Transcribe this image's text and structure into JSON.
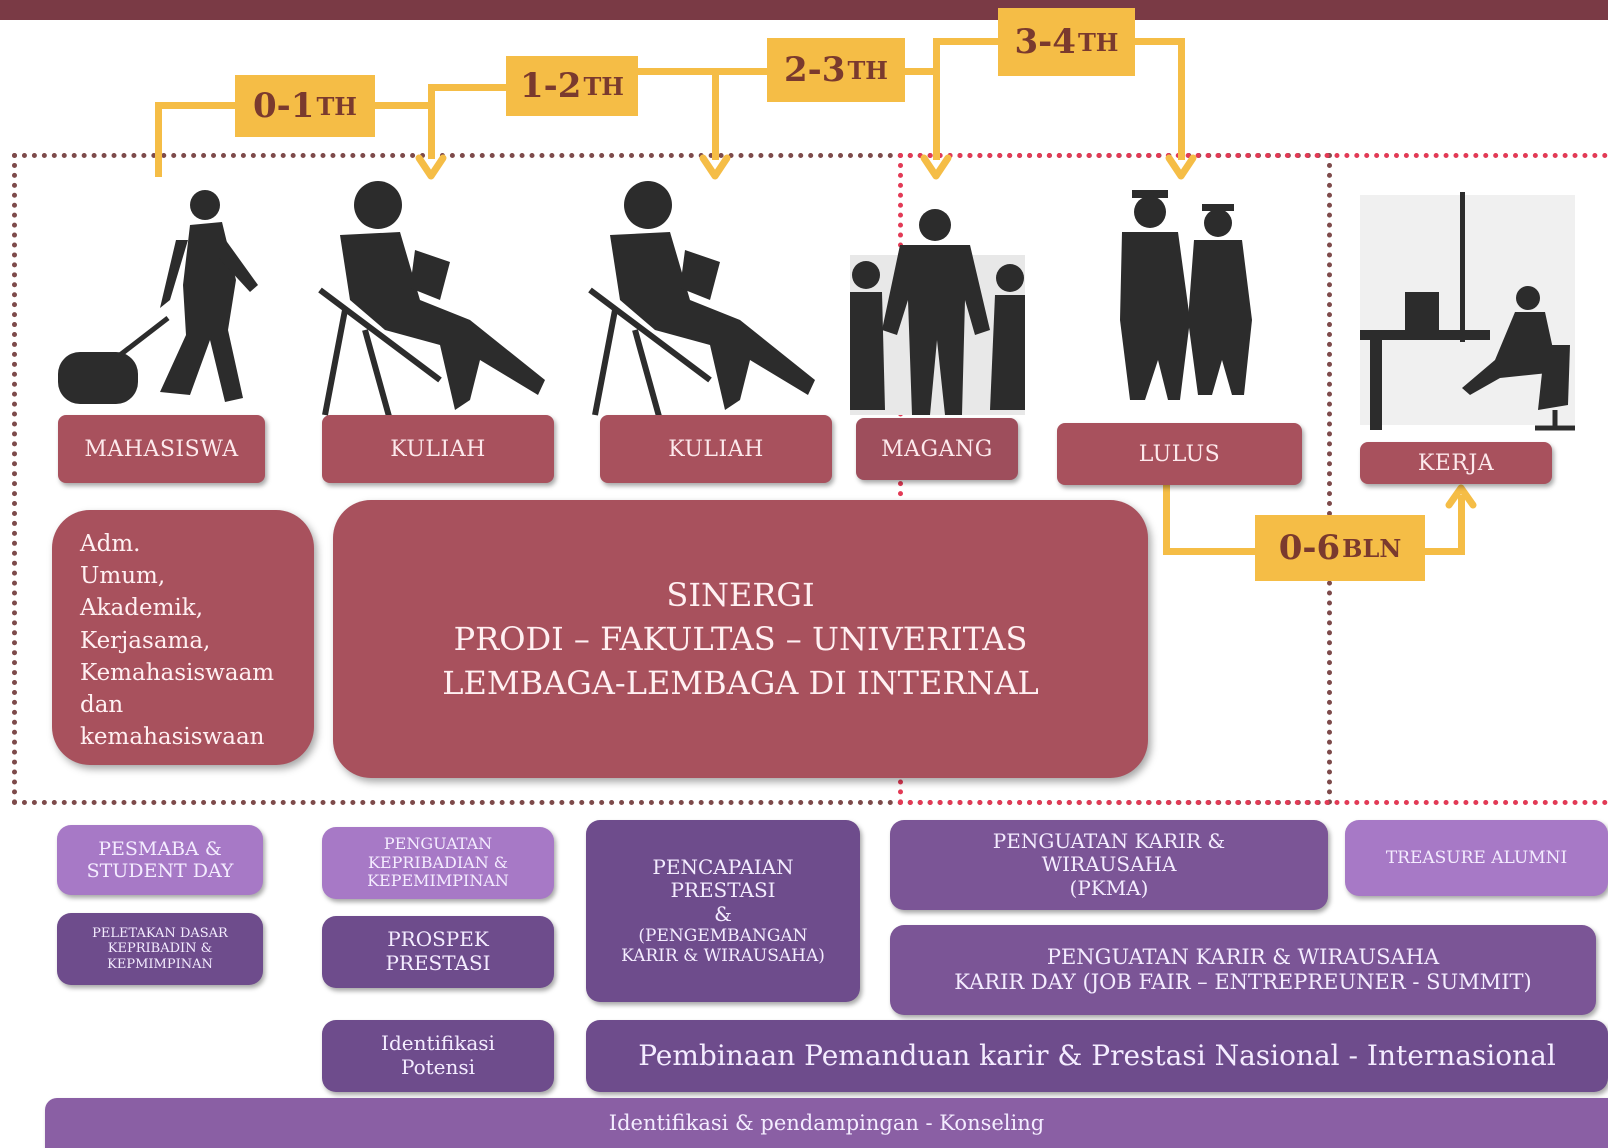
{
  "time_badges": [
    {
      "main": "0-1",
      "sup": "TH"
    },
    {
      "main": "1-2",
      "sup": "TH"
    },
    {
      "main": "2-3",
      "sup": "TH"
    },
    {
      "main": "3-4",
      "sup": "TH"
    },
    {
      "main": "0-6",
      "sup": "BLN"
    }
  ],
  "stages": [
    "MAHASISWA",
    "KULIAH",
    "KULIAH",
    "MAGANG",
    "LULUS",
    "KERJA"
  ],
  "admin_box": [
    "Adm.",
    "Umum,",
    "Akademik,",
    "Kerjasama,",
    "Kemahasiswaam",
    "dan",
    "kemahasiswaan"
  ],
  "synergy": [
    "SINERGI",
    "PRODI – FAKULTAS – UNIVERITAS",
    "LEMBAGA-LEMBAGA DI INTERNAL"
  ],
  "programs": {
    "pesmaba": [
      "PESMABA &",
      "STUDENT DAY"
    ],
    "peletakan": [
      "PELETAKAN DASAR",
      "KEPRIBADIN &",
      "KEPMIMPINAN"
    ],
    "penguatan_kep": [
      "PENGUATAN",
      "KEPRIBADIAN &",
      "KEPEMIMPINAN"
    ],
    "prospek": [
      "PROSPEK",
      "PRESTASI"
    ],
    "identifikasi_potensi": [
      "Identifikasi",
      "Potensi"
    ],
    "pencapaian": [
      "PENCAPAIAN",
      "PRESTASI",
      "&",
      "(PENGEMBANGAN",
      "KARIR & WIRAUSAHA)"
    ],
    "pkma": [
      "PENGUATAN KARIR &",
      "WIRAUSAHA",
      "(PKMA)"
    ],
    "treasure": "TREASURE ALUMNI",
    "karir_day": [
      "PENGUATAN KARIR & WIRAUSAHA",
      "KARIR DAY  (JOB FAIR – ENTREPREUNER - SUMMIT)"
    ],
    "pembinaan": "Pembinaan Pemanduan karir & Prestasi Nasional - Internasional",
    "konseling": "Identifikasi  & pendampingan - Konseling"
  },
  "colors": {
    "timeline": "#f5bd46",
    "stage": "#a8515d",
    "frame_brown": "#7d4a4a",
    "frame_red": "#e23a55",
    "program_purple": "#8a5fa4"
  }
}
